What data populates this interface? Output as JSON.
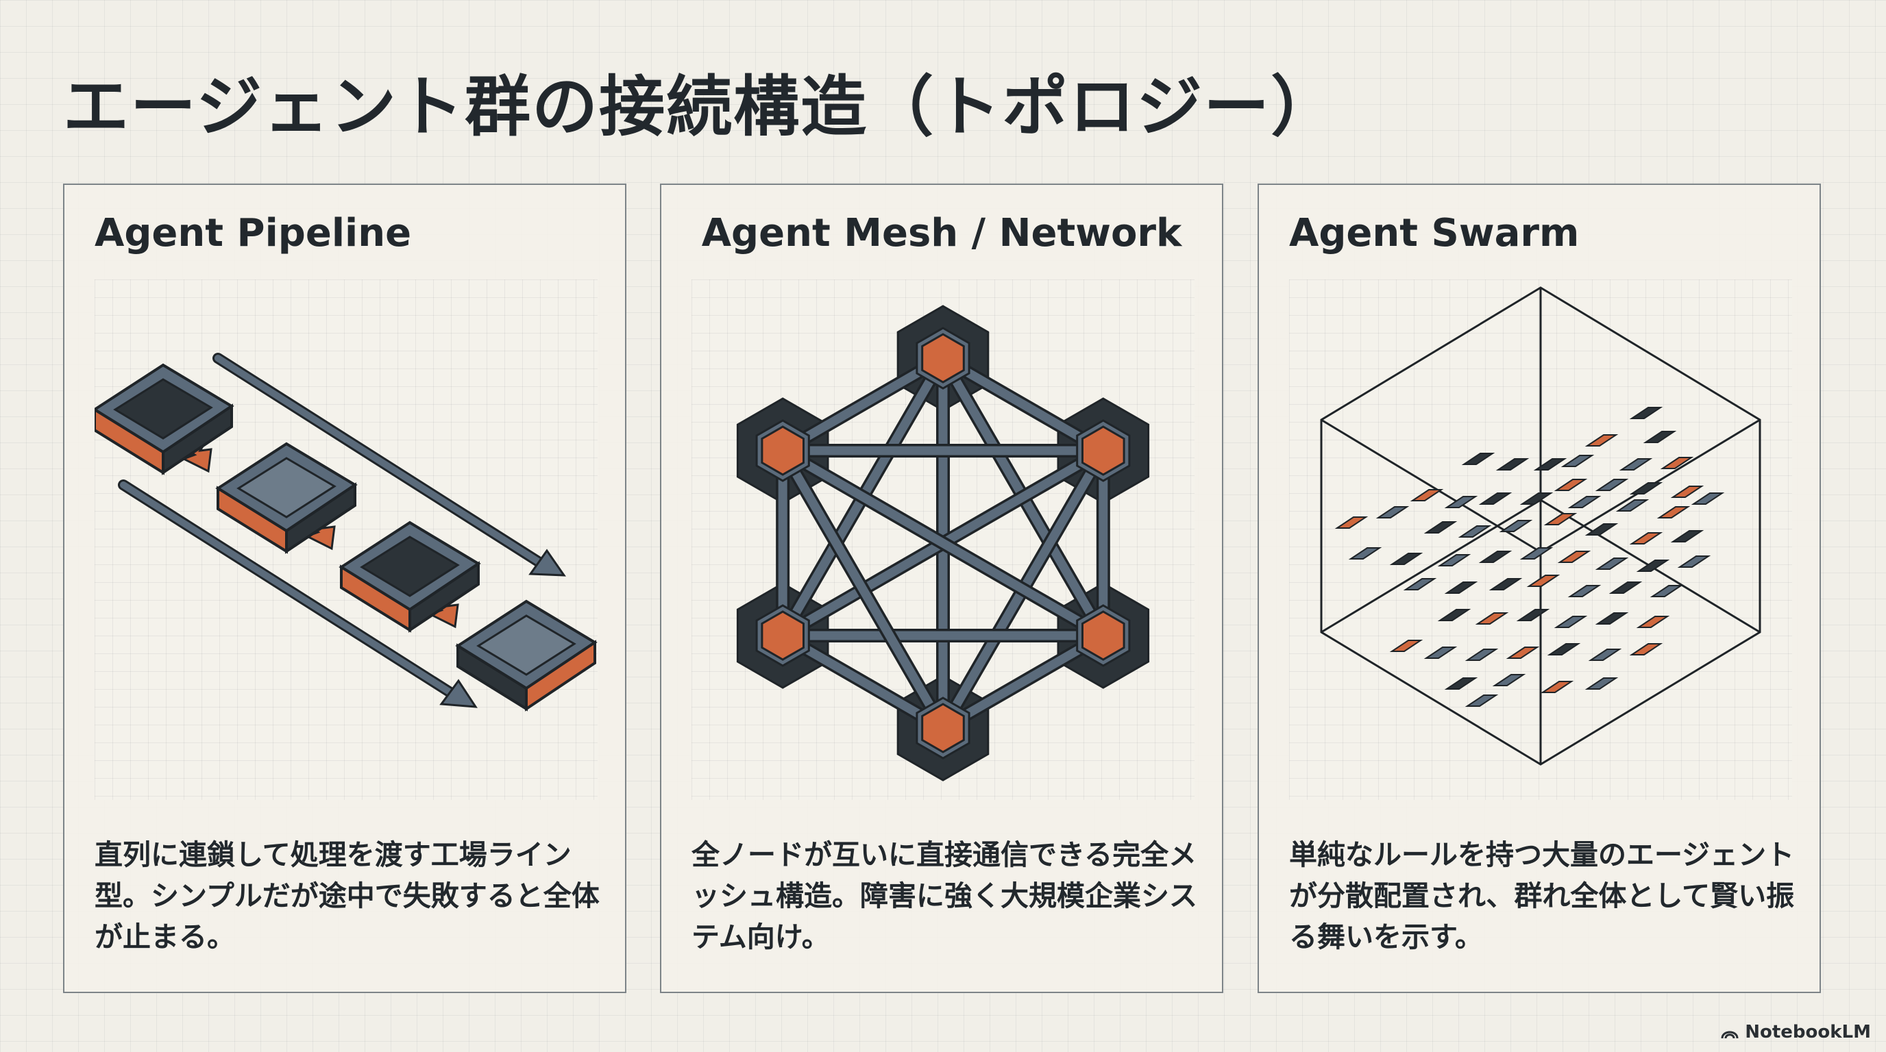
{
  "title": "エージェント群の接続構造（トポロジー）",
  "panels": [
    {
      "title": "Agent Pipeline",
      "description": "直列に連鎖して処理を渡す工場ライン型。シンプルだが途中で失敗すると全体が止まる。"
    },
    {
      "title": "Agent Mesh / Network",
      "description": "全ノードが互いに直接通信できる完全メッシュ構造。障害に強く大規模企業システム向け。"
    },
    {
      "title": "Agent Swarm",
      "description": "単純なルールを持つ大量のエージェントが分散配置され、群れ全体として賢い振る舞いを示す。"
    }
  ],
  "brand": {
    "label": "NotebookLM",
    "icon": "notebooklm-logo-icon"
  },
  "colors": {
    "background": "#f1efe8",
    "dark": "#2c3338",
    "steel": "#5b6b7b",
    "accent": "#d0683e"
  }
}
